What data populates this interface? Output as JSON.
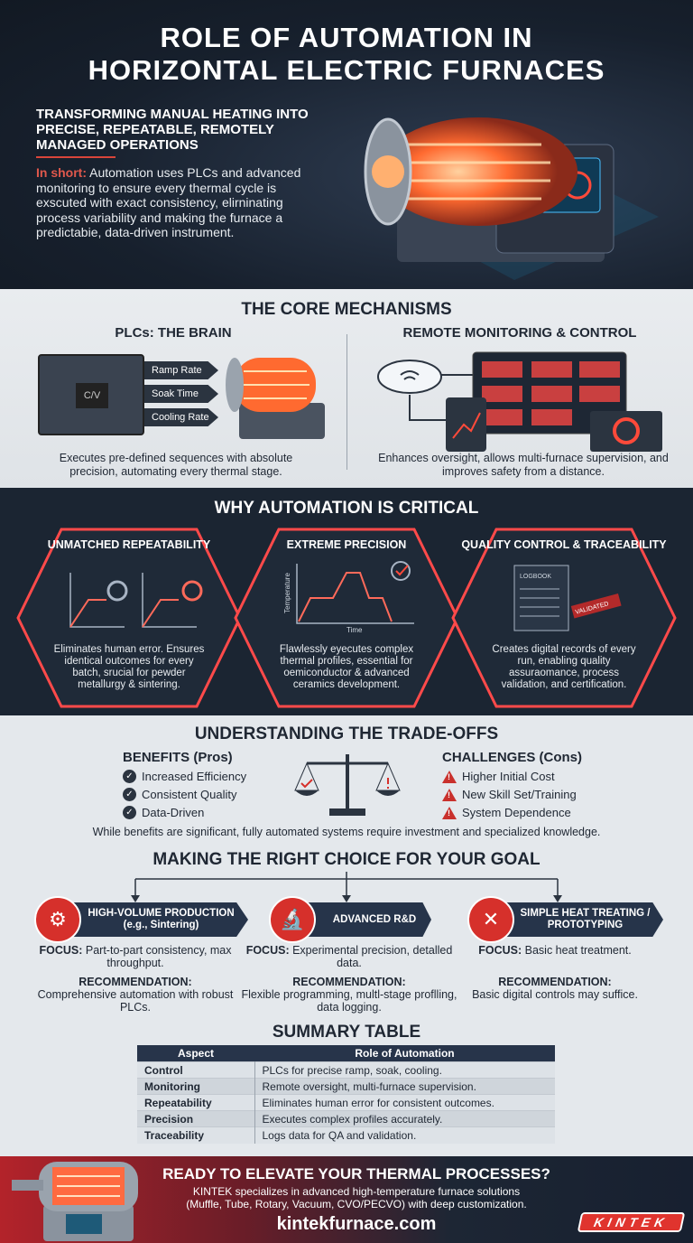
{
  "header": {
    "title_line1": "ROLE OF AUTOMATION IN",
    "title_line2": "HORIZONTAL ELECTRIC FURNACES",
    "subtitle": "TRANSFORMING MANUAL HEATING INTO PRECISE, REPEATABLE, REMOTELY MANAGED OPERATIONS",
    "lead_label": "In short:",
    "lead_text": " Automation uses PLCs and advanced monitoring to ensure every thermal cycle is exscuted with exact consistency, elirninating process variability and making the furnace a predictabie, data-driven instrument."
  },
  "core": {
    "title": "THE CORE MECHANISMS",
    "left": {
      "heading": "PLCs: THE BRAIN",
      "plc_label": "C/V",
      "arrows": [
        "Ramp Rate",
        "Soak Time",
        "Cooling Rate"
      ],
      "caption": "Executes pre-defined sequences with absolute precision, automating every thermal stage."
    },
    "right": {
      "heading": "REMOTE MONITORING & CONTROL",
      "caption": "Enhances oversight, allows multi-furnace supervision, and improves safety from a distance."
    }
  },
  "why": {
    "title": "WHY AUTOMATION IS CRITICAL",
    "cards": [
      {
        "title": "UNMATCHED REPEATABILITY",
        "text": "Eliminates human error. Ensures identical outcomes for every batch, srucial for pewder metallurgy & sintering."
      },
      {
        "title": "EXTREME PRECISION",
        "ylabel": "Temperature",
        "xlabel": "Time",
        "text": "Flawlessly eyecutes complex thermal profiles, essential for oemiconductor & advanced ceramics development."
      },
      {
        "title": "QUALITY CONTROL & TRACEABILITY",
        "logbook": "LOGBOOK",
        "stamp": "VALIDATED",
        "text": "Creates digital records of every run, enabling quality assuraomance, process validation, and certification."
      }
    ]
  },
  "trade": {
    "title": "UNDERSTANDING THE TRADE-OFFS",
    "benefits_title": "BENEFITS (Pros)",
    "benefits": [
      "Increased Efficiency",
      "Consistent Quality",
      "Data-Driven"
    ],
    "challenges_title": "CHALLENGES (Cons)",
    "challenges": [
      "Higher Initial Cost",
      "New Skill Set/Training",
      "System Dependence"
    ],
    "caption": "While benefits are significant, fully automated systems require investment and specialized knowledge."
  },
  "choice": {
    "title": "MAKING THE RIGHT CHOICE FOR YOUR GOAL",
    "focus_label": "FOCUS:",
    "rec_label": "RECOMMENDATION:",
    "options": [
      {
        "label": "HIGH-VOLUME PRODUCTION",
        "sublabel": "(e.g., Sintering)",
        "icon": "gears-icon",
        "focus": " Part-to-part consistency, max throughput.",
        "rec": "Comprehensive automation with robust PLCs."
      },
      {
        "label": "ADVANCED R&D",
        "sublabel": "",
        "icon": "microscope-icon",
        "focus": " Experimental precision, detalled data.",
        "rec": "Flexible programming, multl-stage proflling, data logging."
      },
      {
        "label": "SIMPLE HEAT TREATING / PROTOTYPING",
        "sublabel": "",
        "icon": "tools-icon",
        "focus": " Basic heat treatment.",
        "rec": "Basic digital controls may suffice."
      }
    ]
  },
  "summary": {
    "title": "SUMMARY TABLE",
    "columns": [
      "Aspect",
      "Role of Automation"
    ],
    "rows": [
      [
        "Control",
        "PLCs for precise ramp, soak, cooling."
      ],
      [
        "Monitoring",
        "Remote oversight, multi-furnace supervision."
      ],
      [
        "Repeatability",
        "Eliminates human error for consistent outcomes."
      ],
      [
        "Precision",
        "Executes complex profiles accurately."
      ],
      [
        "Traceability",
        "Logs data for QA and validation."
      ]
    ]
  },
  "footer": {
    "cta": "READY TO ELEVATE YOUR THERMAL PROCESSES?",
    "text1": "KINTEK specializes in advanced high-temperature furnace solutions",
    "text2": "(Muffle, Tube, Rotary, Vacuum, CVO/PECVO) with deep customization.",
    "url": "kintekfurnace.com",
    "logo": "KINTEK"
  },
  "colors": {
    "accent": "#d6302b",
    "navy": "#1b2532",
    "light": "#e4e8ec"
  }
}
